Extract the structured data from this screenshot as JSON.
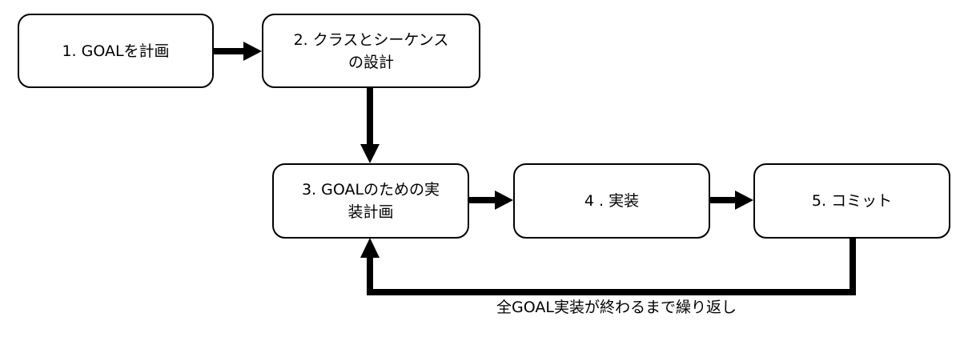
{
  "diagram": {
    "steps": [
      {
        "label": "1. GOALを計画"
      },
      {
        "label": "2. クラスとシーケンス\nの設計"
      },
      {
        "label": "3. GOALのための実\n装計画"
      },
      {
        "label": "4 . 実装"
      },
      {
        "label": "5. コミット"
      }
    ],
    "loop_label": "全GOAL実装が終わるまで繰り返し"
  }
}
